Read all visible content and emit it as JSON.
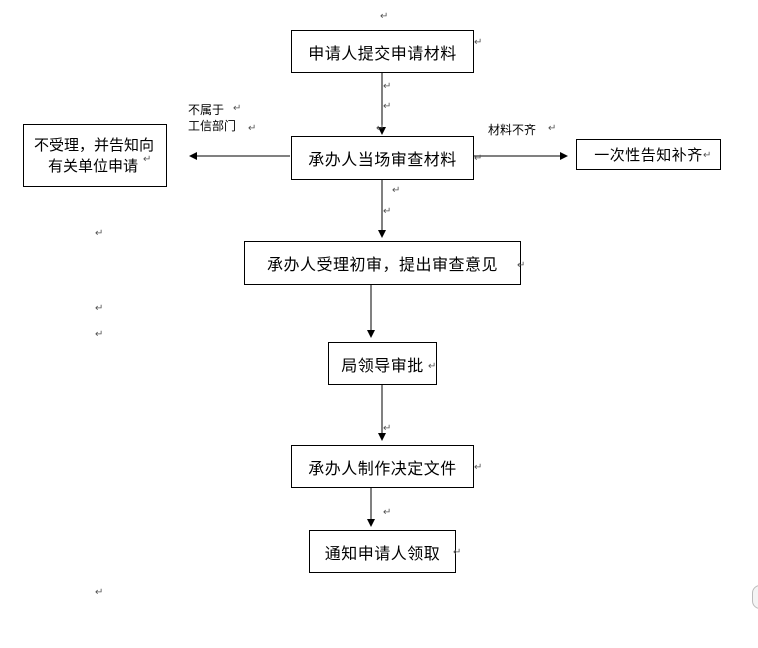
{
  "paragraph_mark": "↵",
  "nodes": {
    "submit": "申请人提交申请材料",
    "review": "承办人当场审查材料",
    "reject_line1": "不受理，并告知向",
    "reject_line2": "有关单位申请",
    "notify_missing": "一次性告知补齐",
    "initial": "承办人受理初审，提出审查意见",
    "approve": "局领导审批",
    "produce": "承办人制作决定文件",
    "notify": "通知申请人领取"
  },
  "edge_labels": {
    "not_belong_line1": "不属于",
    "not_belong_line2": "工信部门",
    "incomplete": "材料不齐"
  }
}
